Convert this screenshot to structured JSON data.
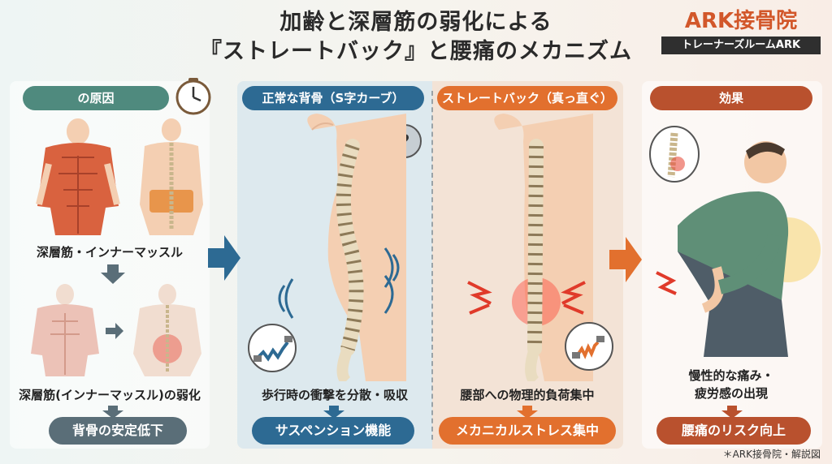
{
  "header": {
    "title_line1": "加齢と深層筋の弱化による",
    "title_line2": "『ストレートバック』と腰痛のメカニズム"
  },
  "brand": {
    "name": "ARK接骨院",
    "subtitle": "トレーナーズルームARK"
  },
  "panels": {
    "cause": {
      "heading": "の原因",
      "label_muscle": "深層筋・インナーマッスル",
      "label_weakening": "深層筋(インナーマッスル)の弱化",
      "result": "背骨の安定低下"
    },
    "normal": {
      "heading": "正常な背骨（S字カーブ）",
      "label": "歩行時の衝撃を分散・吸収",
      "result": "サスペンション機能"
    },
    "straight": {
      "heading": "ストレートバック（真っ直ぐ）",
      "label": "腰部への物理的負荷集中",
      "result": "メカニカルストレス集中"
    },
    "effect": {
      "heading": "効果",
      "label_line1": "慢性的な痛み・",
      "label_line2": "疲労感の出現",
      "result": "腰痛のリスク向上"
    }
  },
  "question_mark": "?",
  "footnote": "＊ARK接骨院・解説図",
  "colors": {
    "green": "#4f8a7e",
    "blue": "#2d6a93",
    "orange": "#e2702e",
    "red": "#b9512e",
    "slate": "#5a6e78",
    "brand": "#d2572a",
    "muscle": "#d9623f",
    "bone": "#efe6cf",
    "skin": "#f4cfb2"
  }
}
